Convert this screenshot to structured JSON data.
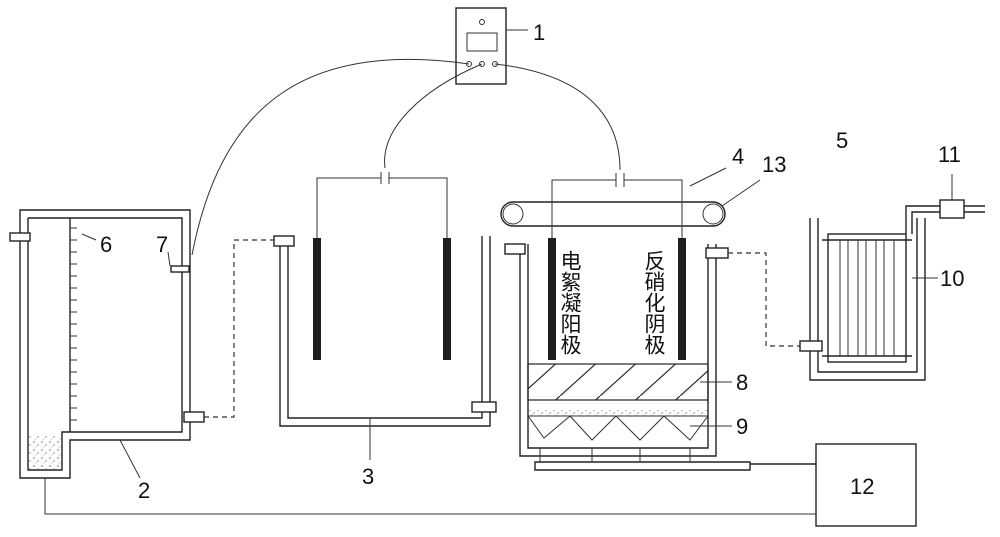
{
  "labels": {
    "l1": "1",
    "l2": "2",
    "l3": "3",
    "l4": "4",
    "l5": "5",
    "l6": "6",
    "l7": "7",
    "l8": "8",
    "l9": "9",
    "l10": "10",
    "l11": "11",
    "l12": "12",
    "l13": "13"
  },
  "electrodes": {
    "anode_text": "电絮凝阳极",
    "cathode_text": "反硝化阴极"
  }
}
